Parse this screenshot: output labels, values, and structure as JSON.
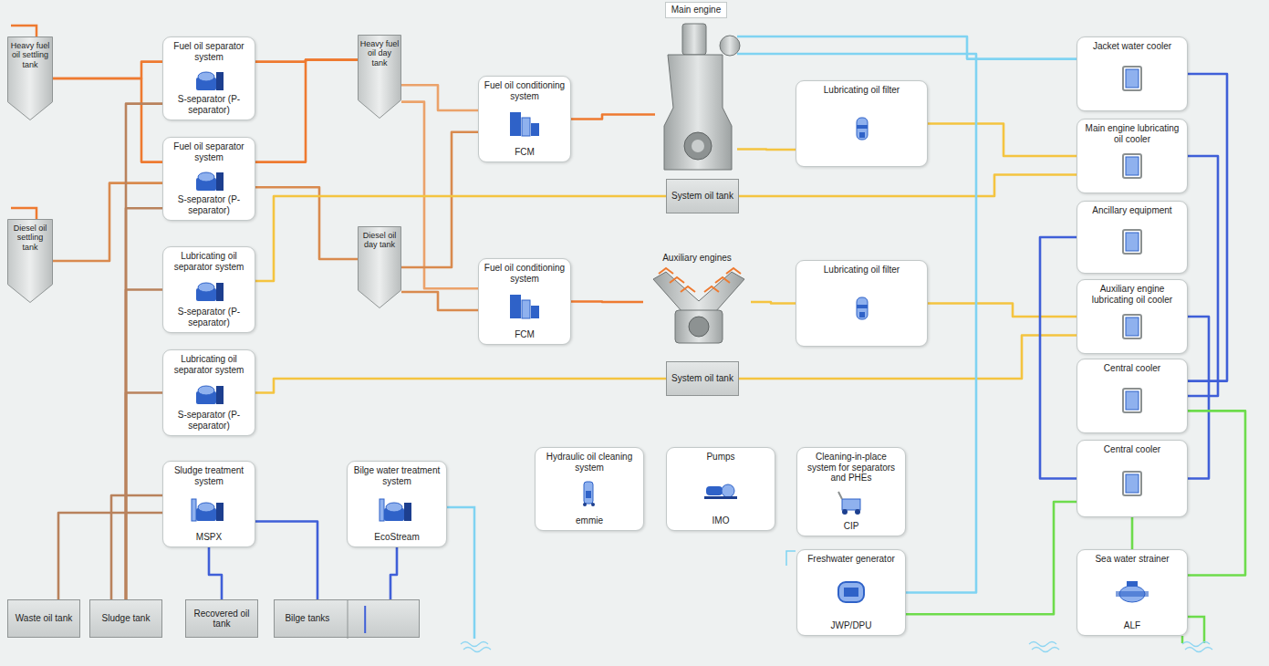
{
  "diagram": {
    "nodes": [
      {
        "text": [
          "Heavy fuel oil settling tank"
        ]
      },
      {
        "text": [
          "Diesel oil settling tank"
        ]
      },
      {
        "text": [
          "Fuel oil separator system",
          "S-separator (P-separator)"
        ]
      },
      {
        "text": [
          "Fuel oil separator system",
          "S-separator (P-separator)"
        ]
      },
      {
        "text": [
          "Lubricating oil separator system",
          "S-separator (P-separator)"
        ]
      },
      {
        "text": [
          "Lubricating oil separator system",
          "S-separator (P-separator)"
        ]
      },
      {
        "text": [
          "Sludge treatment system",
          "MSPX"
        ]
      },
      {
        "text": [
          "Heavy fuel oil day tank"
        ]
      },
      {
        "text": [
          "Diesel oil day tank"
        ]
      },
      {
        "text": [
          "Fuel oil conditioning system",
          "FCM"
        ]
      },
      {
        "text": [
          "Fuel oil conditioning system",
          "FCM"
        ]
      },
      {
        "text": [
          "Main engine"
        ]
      },
      {
        "text": [
          "Auxiliary engines"
        ]
      },
      {
        "text": [
          "Lubricating oil filter"
        ]
      },
      {
        "text": [
          "Lubricating oil filter"
        ]
      },
      {
        "text": [
          "System oil tank"
        ]
      },
      {
        "text": [
          "System oil tank"
        ]
      },
      {
        "text": [
          "Jacket water cooler"
        ]
      },
      {
        "text": [
          "Main engine lubricating oil cooler"
        ]
      },
      {
        "text": [
          "Ancillary equipment"
        ]
      },
      {
        "text": [
          "Auxiliary engine lubricating oil cooler"
        ]
      },
      {
        "text": [
          "Central cooler"
        ]
      },
      {
        "text": [
          "Central cooler"
        ]
      },
      {
        "text": [
          "Sea water strainer",
          "ALF"
        ]
      },
      {
        "text": [
          "Bilge water treatment system",
          "EcoStream"
        ]
      },
      {
        "text": [
          "Hydraulic oil cleaning system",
          "emmie"
        ]
      },
      {
        "text": [
          "Pumps",
          "IMO"
        ]
      },
      {
        "text": [
          "Cleaning-in-place system for separators and PHEs",
          "CIP"
        ]
      },
      {
        "text": [
          "Freshwater generator",
          "JWP/DPU"
        ]
      },
      {
        "text": [
          "Waste oil tank"
        ]
      },
      {
        "text": [
          "Sludge tank"
        ]
      },
      {
        "text": [
          "Recovered oil tank"
        ]
      },
      {
        "text": [
          "Bilge tanks"
        ]
      }
    ],
    "edges": [
      {
        "from": 0,
        "to": 2,
        "arrow": "none"
      },
      {
        "from": 0,
        "to": 3,
        "arrow": "none"
      },
      {
        "from": 2,
        "to": 7,
        "arrow": "none"
      },
      {
        "from": 3,
        "to": 7,
        "arrow": "none"
      },
      {
        "from": 1,
        "to": 3,
        "arrow": "none"
      },
      {
        "from": 3,
        "to": 8,
        "arrow": "none"
      },
      {
        "from": 7,
        "to": 9,
        "arrow": "none"
      },
      {
        "from": 7,
        "to": 10,
        "arrow": "none"
      },
      {
        "from": 8,
        "to": 9,
        "arrow": "none"
      },
      {
        "from": 8,
        "to": 10,
        "arrow": "none"
      },
      {
        "from": 9,
        "to": 11,
        "arrow": "none"
      },
      {
        "from": 10,
        "to": 12,
        "arrow": "none"
      },
      {
        "from": 11,
        "to": 13,
        "arrow": "none"
      },
      {
        "from": 12,
        "to": 14,
        "arrow": "none"
      },
      {
        "from": 13,
        "to": 18,
        "arrow": "none"
      },
      {
        "from": 14,
        "to": 20,
        "arrow": "none"
      },
      {
        "from": 15,
        "to": 4,
        "arrow": "none"
      },
      {
        "from": 15,
        "to": 18,
        "arrow": "none"
      },
      {
        "from": 16,
        "to": 5,
        "arrow": "none"
      },
      {
        "from": 16,
        "to": 20,
        "arrow": "none"
      },
      {
        "from": 11,
        "to": 17,
        "arrow": "none"
      },
      {
        "from": 11,
        "to": 28,
        "arrow": "none"
      },
      {
        "from": 17,
        "to": 21,
        "arrow": "none"
      },
      {
        "from": 18,
        "to": 21,
        "arrow": "none"
      },
      {
        "from": 19,
        "to": 22,
        "arrow": "none"
      },
      {
        "from": 20,
        "to": 22,
        "arrow": "none"
      },
      {
        "from": 23,
        "to": 21,
        "arrow": "none"
      },
      {
        "from": 23,
        "to": 22,
        "arrow": "none"
      },
      {
        "from": 28,
        "to": 22,
        "arrow": "none"
      },
      {
        "from": 2,
        "to": 30,
        "arrow": "none"
      },
      {
        "from": 3,
        "to": 30,
        "arrow": "none"
      },
      {
        "from": 4,
        "to": 30,
        "arrow": "none"
      },
      {
        "from": 5,
        "to": 30,
        "arrow": "none"
      },
      {
        "from": 29,
        "to": 6,
        "arrow": "none"
      },
      {
        "from": 30,
        "to": 6,
        "arrow": "none"
      },
      {
        "from": 6,
        "to": 31,
        "arrow": "none"
      },
      {
        "from": 6,
        "to": 32,
        "arrow": "none"
      },
      {
        "from": 32,
        "to": 24,
        "arrow": "none"
      }
    ]
  }
}
